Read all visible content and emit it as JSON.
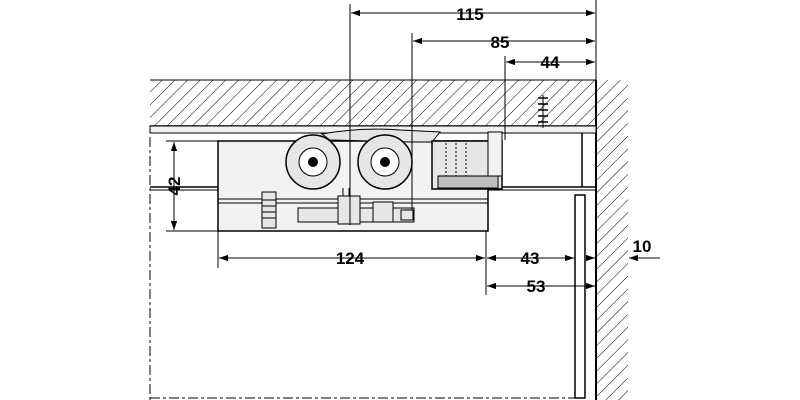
{
  "diagram": {
    "dimensions": {
      "d115": "115",
      "d85": "85",
      "d44": "44",
      "d42": "42",
      "d124": "124",
      "d43": "43",
      "d53": "53",
      "d10": "10"
    },
    "colors": {
      "line": "#000000",
      "hatch": "#000000",
      "fill_light": "#f2f2f2",
      "fill_mid": "#e6e6e6",
      "fill_dark": "#bfbfbf",
      "background": "#ffffff"
    }
  }
}
